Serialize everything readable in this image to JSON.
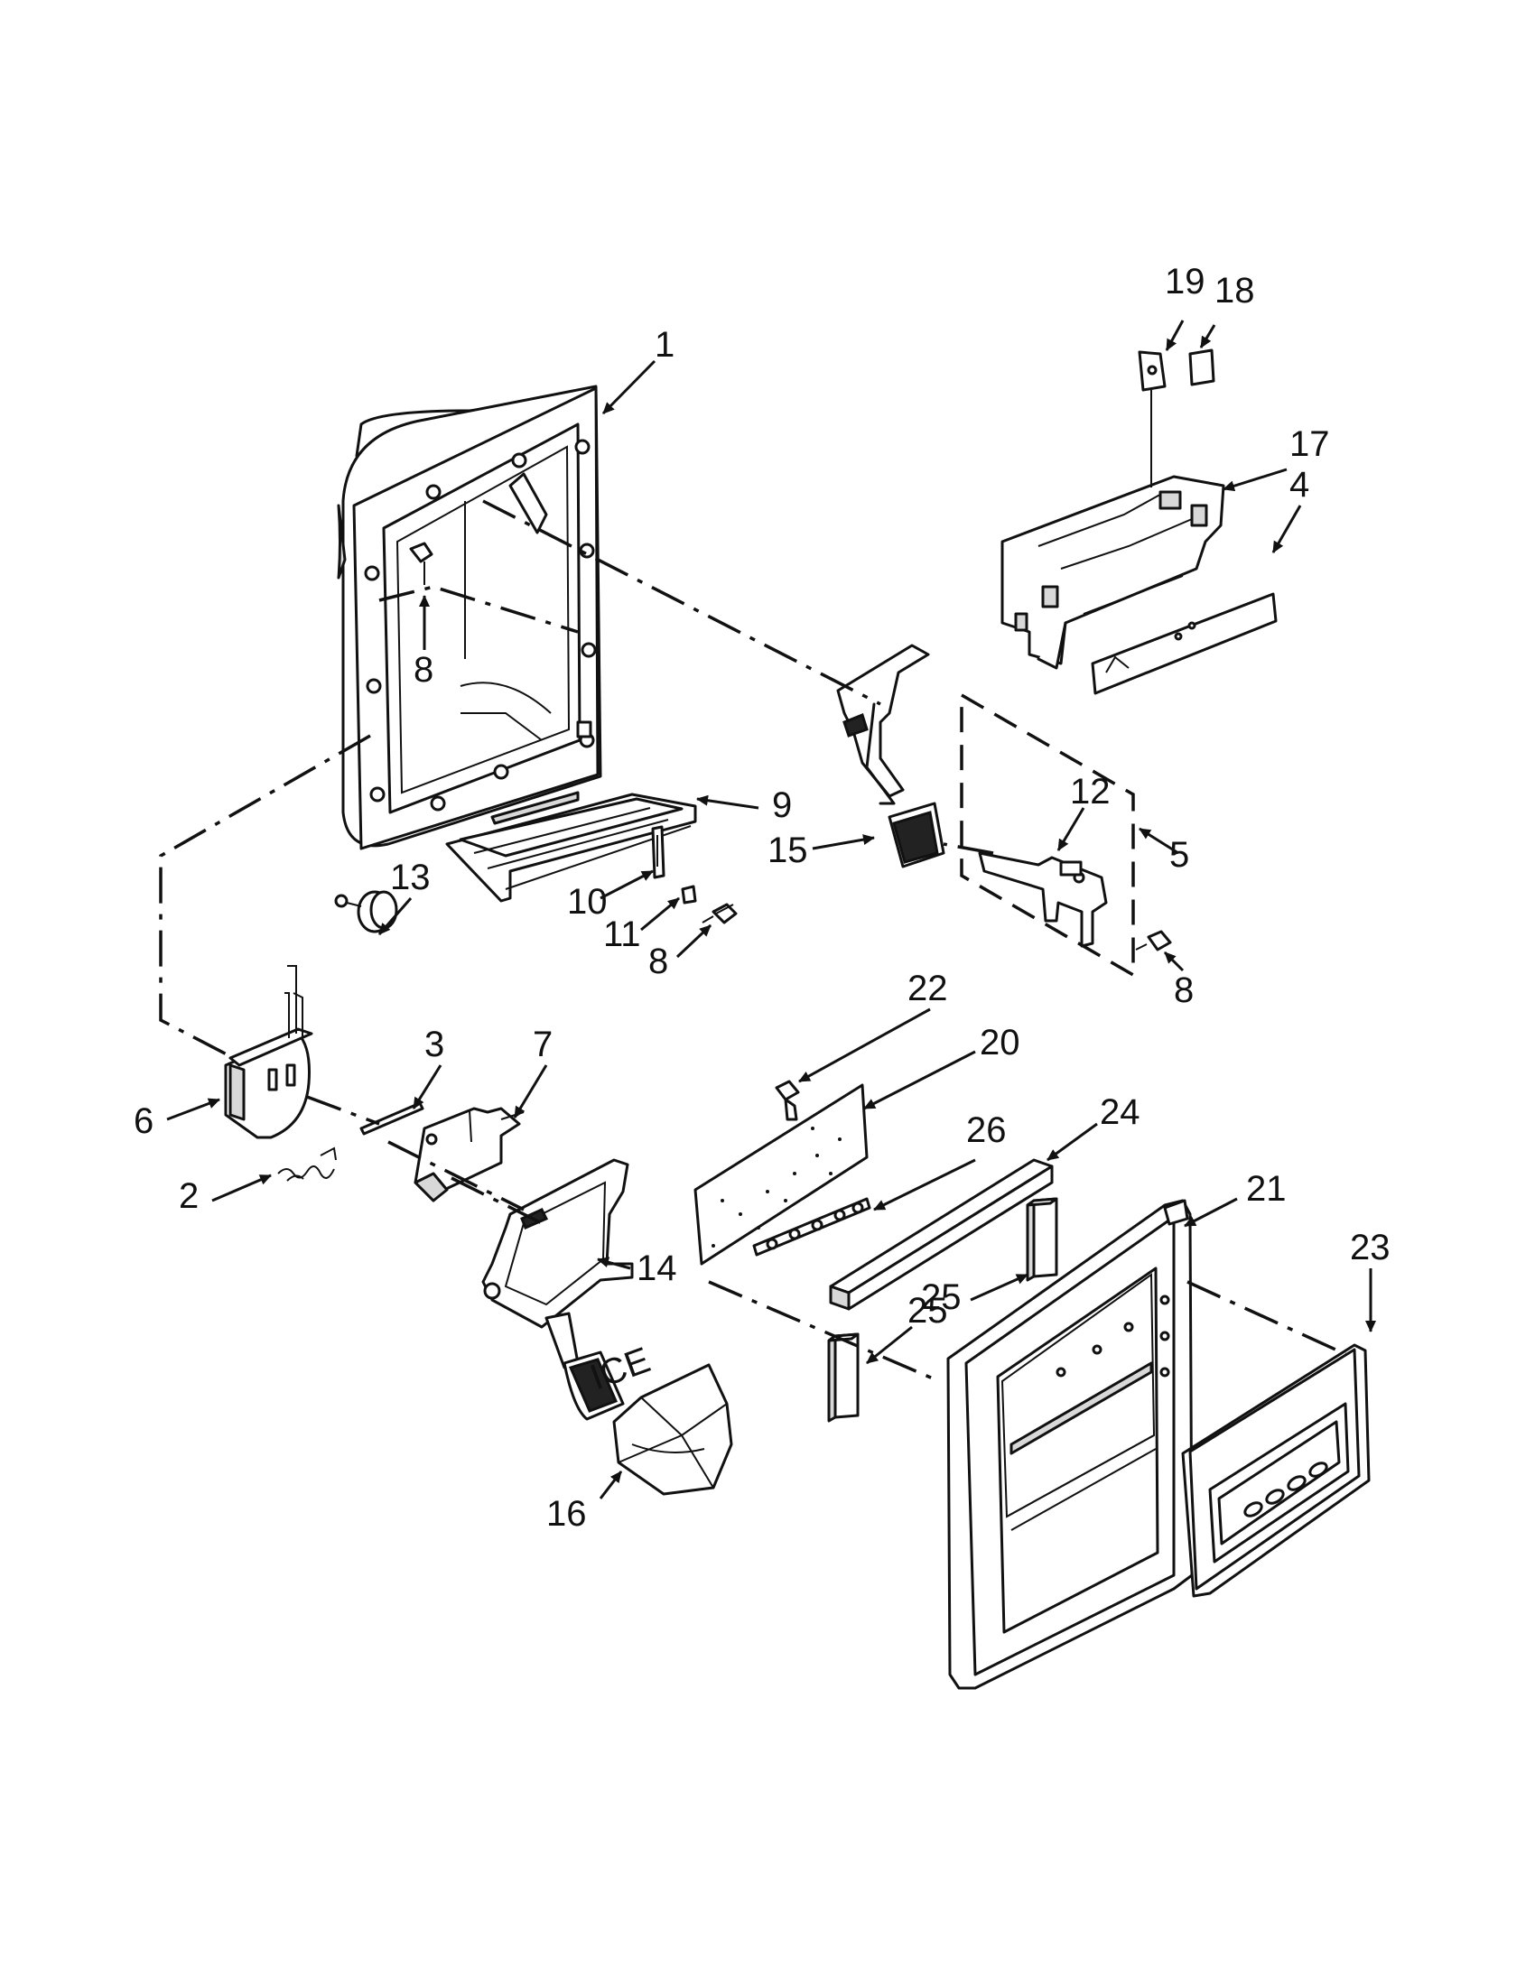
{
  "diagram": {
    "callouts": [
      {
        "id": "c1",
        "label": "1"
      },
      {
        "id": "c2",
        "label": "2"
      },
      {
        "id": "c3",
        "label": "3"
      },
      {
        "id": "c4",
        "label": "4"
      },
      {
        "id": "c5",
        "label": "5"
      },
      {
        "id": "c6",
        "label": "6"
      },
      {
        "id": "c7",
        "label": "7"
      },
      {
        "id": "c8a",
        "label": "8"
      },
      {
        "id": "c8b",
        "label": "8"
      },
      {
        "id": "c8c",
        "label": "8"
      },
      {
        "id": "c9",
        "label": "9"
      },
      {
        "id": "c10",
        "label": "10"
      },
      {
        "id": "c11",
        "label": "11"
      },
      {
        "id": "c12",
        "label": "12"
      },
      {
        "id": "c13",
        "label": "13"
      },
      {
        "id": "c14",
        "label": "14"
      },
      {
        "id": "c15",
        "label": "15"
      },
      {
        "id": "c16",
        "label": "16"
      },
      {
        "id": "c17",
        "label": "17"
      },
      {
        "id": "c18",
        "label": "18"
      },
      {
        "id": "c19",
        "label": "19"
      },
      {
        "id": "c20",
        "label": "20"
      },
      {
        "id": "c21",
        "label": "21"
      },
      {
        "id": "c22",
        "label": "22"
      },
      {
        "id": "c23",
        "label": "23"
      },
      {
        "id": "c24",
        "label": "24"
      },
      {
        "id": "c25a",
        "label": "25"
      },
      {
        "id": "c25b",
        "label": "25"
      },
      {
        "id": "c26",
        "label": "26"
      }
    ],
    "ice_paddle_text": "ICE"
  }
}
